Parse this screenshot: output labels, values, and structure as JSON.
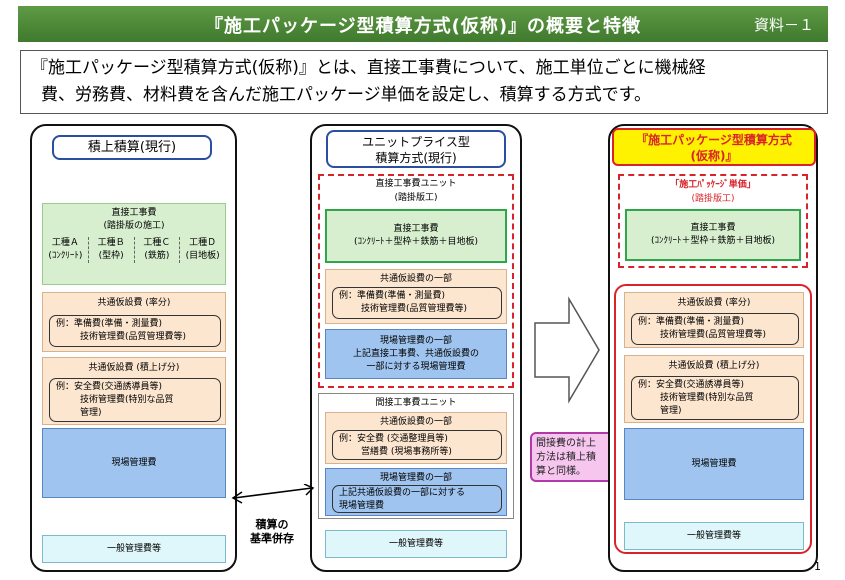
{
  "header": {
    "title": "『施工パッケージ型積算方式(仮称)』の概要と特徴",
    "ref": "資料－１"
  },
  "intro": {
    "line1": "『施工パッケージ型積算方式(仮称)』とは、直接工事費について、施工単位ごとに機械経",
    "line2": "費、労務費、材料費を含んだ施工パッケージ単価を設定し、積算する方式です。"
  },
  "left": {
    "title": "積上積算(現行)",
    "direct_title": "直接工事費",
    "direct_sub": "(踏掛版の施工)",
    "processes": [
      {
        "name": "工種Ａ",
        "detail": "(ｺﾝｸﾘｰﾄ)"
      },
      {
        "name": "工種Ｂ",
        "detail": "(型枠)"
      },
      {
        "name": "工種Ｃ",
        "detail": "(鉄筋)"
      },
      {
        "name": "工種Ｄ",
        "detail": "(目地板)"
      }
    ],
    "common_rate_title": "共通仮設費 (率分)",
    "common_rate_ex1": "例：準備費(準備・測量費)",
    "common_rate_ex2": "技術管理費(品質管理費等)",
    "common_stack_title": "共通仮設費 (積上げ分)",
    "common_stack_ex1": "例：安全費(交通誘導員等)",
    "common_stack_ex2": "技術管理費(特別な品質",
    "common_stack_ex3": "管理)",
    "site_mgmt": "現場管理費",
    "general_mgmt": "一般管理費等"
  },
  "middle": {
    "title1": "ユニットプライス型",
    "title2": "積算方式(現行)",
    "direct_unit_title": "直接工事費ユニット",
    "direct_unit_sub": "(踏掛版工)",
    "direct_title": "直接工事費",
    "direct_detail": "(ｺﾝｸﾘｰﾄ＋型枠＋鉄筋＋目地板)",
    "common_part_title": "共通仮設費の一部",
    "common_part_ex1": "例：準備費(準備・測量費)",
    "common_part_ex2": "技術管理費(品質管理費等)",
    "site_part_title": "現場管理費の一部",
    "site_part_l1": "上記直接工事費、共通仮設費の",
    "site_part_l2": "一部に対する現場管理費",
    "indirect_unit_title": "間接工事費ユニット",
    "indirect_common_title": "共通仮設費の一部",
    "indirect_common_ex1": "例：安全費 (交通整理員等)",
    "indirect_common_ex2": "営繕費 (現場事務所等)",
    "indirect_site_title": "現場管理費の一部",
    "indirect_site_l1": "上記共通仮設費の一部に対する",
    "indirect_site_l2": "現場管理費",
    "general_mgmt": "一般管理費等"
  },
  "bottom_note": {
    "l1": "積算の",
    "l2": "基準併存"
  },
  "callout": {
    "l1": "間接費の計上",
    "l2": "方法は積上積",
    "l3": "算と同様。"
  },
  "right": {
    "title1": "『施工パッケージ型積算方式",
    "title2": "(仮称)』",
    "package_title": "「施工ﾊﾟｯｹｰｼﾞ単価」",
    "package_sub": "(踏掛版工)",
    "direct_title": "直接工事費",
    "direct_detail": "(ｺﾝｸﾘｰﾄ＋型枠＋鉄筋＋目地板)",
    "common_rate_title": "共通仮設費 (率分)",
    "common_rate_ex1": "例：準備費(準備・測量費)",
    "common_rate_ex2": "技術管理費(品質管理費等)",
    "common_stack_title": "共通仮設費 (積上げ分)",
    "common_stack_ex1": "例：安全費(交通誘導員等)",
    "common_stack_ex2": "技術管理費(特別な品質",
    "common_stack_ex3": "管理)",
    "site_mgmt": "現場管理費",
    "general_mgmt": "一般管理費等"
  },
  "page_number": "1",
  "colors": {
    "header_green": "#4a8736",
    "accent_red": "#d8232a",
    "title_blue": "#2a4fa0",
    "highlight_yellow": "#fff200"
  }
}
